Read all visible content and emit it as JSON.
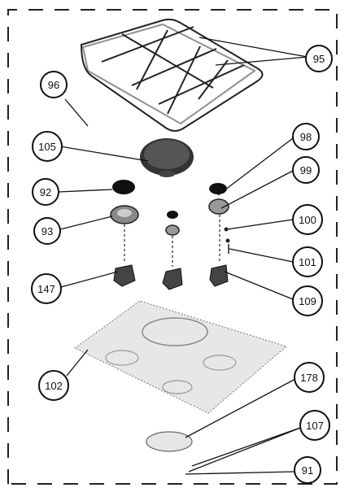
{
  "callouts": {
    "c95": "95",
    "c96": "96",
    "c105": "105",
    "c92": "92",
    "c93": "93",
    "c147": "147",
    "c98": "98",
    "c99": "99",
    "c100": "100",
    "c101": "101",
    "c109": "109",
    "c102": "102",
    "c178": "178",
    "c107": "107",
    "c91": "91"
  },
  "colors": {
    "ink": "#111111",
    "border": "#222222",
    "speckle": "#9a9a9a"
  }
}
